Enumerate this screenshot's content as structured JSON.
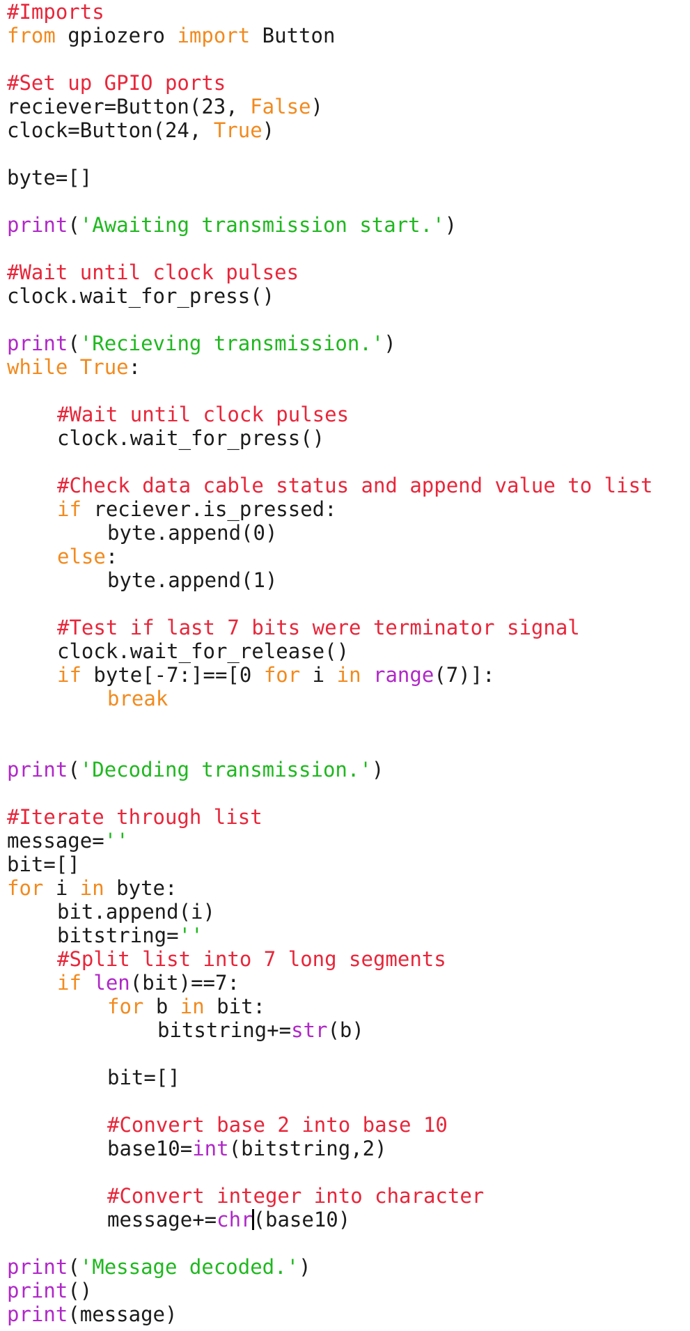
{
  "colors": {
    "comment": "#e8263a",
    "keyword": "#f28a1e",
    "string": "#1fb81f",
    "builtin": "#b028c8",
    "plain": "#1b1b1b",
    "background": "#ffffff"
  },
  "editor": {
    "caret": {
      "line": 51,
      "after_token": 1
    },
    "lines": [
      {
        "indent": 0,
        "tokens": [
          {
            "t": "comment",
            "v": "#Imports"
          }
        ]
      },
      {
        "indent": 0,
        "tokens": [
          {
            "t": "keyword",
            "v": "from"
          },
          {
            "t": "plain",
            "v": " gpiozero "
          },
          {
            "t": "keyword",
            "v": "import"
          },
          {
            "t": "plain",
            "v": " Button"
          }
        ]
      },
      {
        "indent": 0,
        "tokens": []
      },
      {
        "indent": 0,
        "tokens": [
          {
            "t": "comment",
            "v": "#Set up GPIO ports"
          }
        ]
      },
      {
        "indent": 0,
        "tokens": [
          {
            "t": "plain",
            "v": "reciever=Button(23, "
          },
          {
            "t": "keyword",
            "v": "False"
          },
          {
            "t": "plain",
            "v": ")"
          }
        ]
      },
      {
        "indent": 0,
        "tokens": [
          {
            "t": "plain",
            "v": "clock=Button(24, "
          },
          {
            "t": "keyword",
            "v": "True"
          },
          {
            "t": "plain",
            "v": ")"
          }
        ]
      },
      {
        "indent": 0,
        "tokens": []
      },
      {
        "indent": 0,
        "tokens": [
          {
            "t": "plain",
            "v": "byte=[]"
          }
        ]
      },
      {
        "indent": 0,
        "tokens": []
      },
      {
        "indent": 0,
        "tokens": [
          {
            "t": "builtin",
            "v": "print"
          },
          {
            "t": "plain",
            "v": "("
          },
          {
            "t": "string",
            "v": "'Awaiting transmission start.'"
          },
          {
            "t": "plain",
            "v": ")"
          }
        ]
      },
      {
        "indent": 0,
        "tokens": []
      },
      {
        "indent": 0,
        "tokens": [
          {
            "t": "comment",
            "v": "#Wait until clock pulses"
          }
        ]
      },
      {
        "indent": 0,
        "tokens": [
          {
            "t": "plain",
            "v": "clock.wait_for_press()"
          }
        ]
      },
      {
        "indent": 0,
        "tokens": []
      },
      {
        "indent": 0,
        "tokens": [
          {
            "t": "builtin",
            "v": "print"
          },
          {
            "t": "plain",
            "v": "("
          },
          {
            "t": "string",
            "v": "'Recieving transmission.'"
          },
          {
            "t": "plain",
            "v": ")"
          }
        ]
      },
      {
        "indent": 0,
        "tokens": [
          {
            "t": "keyword",
            "v": "while"
          },
          {
            "t": "plain",
            "v": " "
          },
          {
            "t": "keyword",
            "v": "True"
          },
          {
            "t": "plain",
            "v": ":"
          }
        ]
      },
      {
        "indent": 0,
        "tokens": []
      },
      {
        "indent": 1,
        "tokens": [
          {
            "t": "comment",
            "v": "#Wait until clock pulses"
          }
        ]
      },
      {
        "indent": 1,
        "tokens": [
          {
            "t": "plain",
            "v": "clock.wait_for_press()"
          }
        ]
      },
      {
        "indent": 1,
        "tokens": []
      },
      {
        "indent": 1,
        "tokens": [
          {
            "t": "comment",
            "v": "#Check data cable status and append value to list"
          }
        ]
      },
      {
        "indent": 1,
        "tokens": [
          {
            "t": "keyword",
            "v": "if"
          },
          {
            "t": "plain",
            "v": " reciever.is_pressed:"
          }
        ]
      },
      {
        "indent": 2,
        "tokens": [
          {
            "t": "plain",
            "v": "byte.append(0)"
          }
        ]
      },
      {
        "indent": 1,
        "tokens": [
          {
            "t": "keyword",
            "v": "else"
          },
          {
            "t": "plain",
            "v": ":"
          }
        ]
      },
      {
        "indent": 2,
        "tokens": [
          {
            "t": "plain",
            "v": "byte.append(1)"
          }
        ]
      },
      {
        "indent": 1,
        "tokens": []
      },
      {
        "indent": 1,
        "tokens": [
          {
            "t": "comment",
            "v": "#Test if last 7 bits were terminator signal"
          }
        ]
      },
      {
        "indent": 1,
        "tokens": [
          {
            "t": "plain",
            "v": "clock.wait_for_release()"
          }
        ]
      },
      {
        "indent": 1,
        "tokens": [
          {
            "t": "keyword",
            "v": "if"
          },
          {
            "t": "plain",
            "v": " byte[-7:]==[0 "
          },
          {
            "t": "keyword",
            "v": "for"
          },
          {
            "t": "plain",
            "v": " i "
          },
          {
            "t": "keyword",
            "v": "in"
          },
          {
            "t": "plain",
            "v": " "
          },
          {
            "t": "builtin",
            "v": "range"
          },
          {
            "t": "plain",
            "v": "(7)]:"
          }
        ]
      },
      {
        "indent": 2,
        "tokens": [
          {
            "t": "keyword",
            "v": "break"
          }
        ]
      },
      {
        "indent": 0,
        "tokens": []
      },
      {
        "indent": 0,
        "tokens": []
      },
      {
        "indent": 0,
        "tokens": [
          {
            "t": "builtin",
            "v": "print"
          },
          {
            "t": "plain",
            "v": "("
          },
          {
            "t": "string",
            "v": "'Decoding transmission.'"
          },
          {
            "t": "plain",
            "v": ")"
          }
        ]
      },
      {
        "indent": 0,
        "tokens": []
      },
      {
        "indent": 0,
        "tokens": [
          {
            "t": "comment",
            "v": "#Iterate through list"
          }
        ]
      },
      {
        "indent": 0,
        "tokens": [
          {
            "t": "plain",
            "v": "message="
          },
          {
            "t": "string",
            "v": "''"
          }
        ]
      },
      {
        "indent": 0,
        "tokens": [
          {
            "t": "plain",
            "v": "bit=[]"
          }
        ]
      },
      {
        "indent": 0,
        "tokens": [
          {
            "t": "keyword",
            "v": "for"
          },
          {
            "t": "plain",
            "v": " i "
          },
          {
            "t": "keyword",
            "v": "in"
          },
          {
            "t": "plain",
            "v": " byte:"
          }
        ]
      },
      {
        "indent": 1,
        "tokens": [
          {
            "t": "plain",
            "v": "bit.append(i)"
          }
        ]
      },
      {
        "indent": 1,
        "tokens": [
          {
            "t": "plain",
            "v": "bitstring="
          },
          {
            "t": "string",
            "v": "''"
          }
        ]
      },
      {
        "indent": 1,
        "tokens": [
          {
            "t": "comment",
            "v": "#Split list into 7 long segments"
          }
        ]
      },
      {
        "indent": 1,
        "tokens": [
          {
            "t": "keyword",
            "v": "if"
          },
          {
            "t": "plain",
            "v": " "
          },
          {
            "t": "builtin",
            "v": "len"
          },
          {
            "t": "plain",
            "v": "(bit)==7:"
          }
        ]
      },
      {
        "indent": 2,
        "tokens": [
          {
            "t": "keyword",
            "v": "for"
          },
          {
            "t": "plain",
            "v": " b "
          },
          {
            "t": "keyword",
            "v": "in"
          },
          {
            "t": "plain",
            "v": " bit:"
          }
        ]
      },
      {
        "indent": 3,
        "tokens": [
          {
            "t": "plain",
            "v": "bitstring+="
          },
          {
            "t": "builtin",
            "v": "str"
          },
          {
            "t": "plain",
            "v": "(b)"
          }
        ]
      },
      {
        "indent": 2,
        "tokens": []
      },
      {
        "indent": 2,
        "tokens": [
          {
            "t": "plain",
            "v": "bit=[]"
          }
        ]
      },
      {
        "indent": 2,
        "tokens": []
      },
      {
        "indent": 2,
        "tokens": [
          {
            "t": "comment",
            "v": "#Convert base 2 into base 10"
          }
        ]
      },
      {
        "indent": 2,
        "tokens": [
          {
            "t": "plain",
            "v": "base10="
          },
          {
            "t": "builtin",
            "v": "int"
          },
          {
            "t": "plain",
            "v": "(bitstring,2)"
          }
        ]
      },
      {
        "indent": 2,
        "tokens": []
      },
      {
        "indent": 2,
        "tokens": [
          {
            "t": "comment",
            "v": "#Convert integer into character"
          }
        ]
      },
      {
        "indent": 2,
        "tokens": [
          {
            "t": "plain",
            "v": "message+="
          },
          {
            "t": "builtin",
            "v": "chr"
          },
          {
            "t": "plain",
            "v": "(base10"
          },
          {
            "t": "plain",
            "v": ")"
          }
        ]
      },
      {
        "indent": 0,
        "tokens": []
      },
      {
        "indent": 0,
        "tokens": [
          {
            "t": "builtin",
            "v": "print"
          },
          {
            "t": "plain",
            "v": "("
          },
          {
            "t": "string",
            "v": "'Message decoded.'"
          },
          {
            "t": "plain",
            "v": ")"
          }
        ]
      },
      {
        "indent": 0,
        "tokens": [
          {
            "t": "builtin",
            "v": "print"
          },
          {
            "t": "plain",
            "v": "()"
          }
        ]
      },
      {
        "indent": 0,
        "tokens": [
          {
            "t": "builtin",
            "v": "print"
          },
          {
            "t": "plain",
            "v": "(message)"
          }
        ]
      }
    ]
  }
}
